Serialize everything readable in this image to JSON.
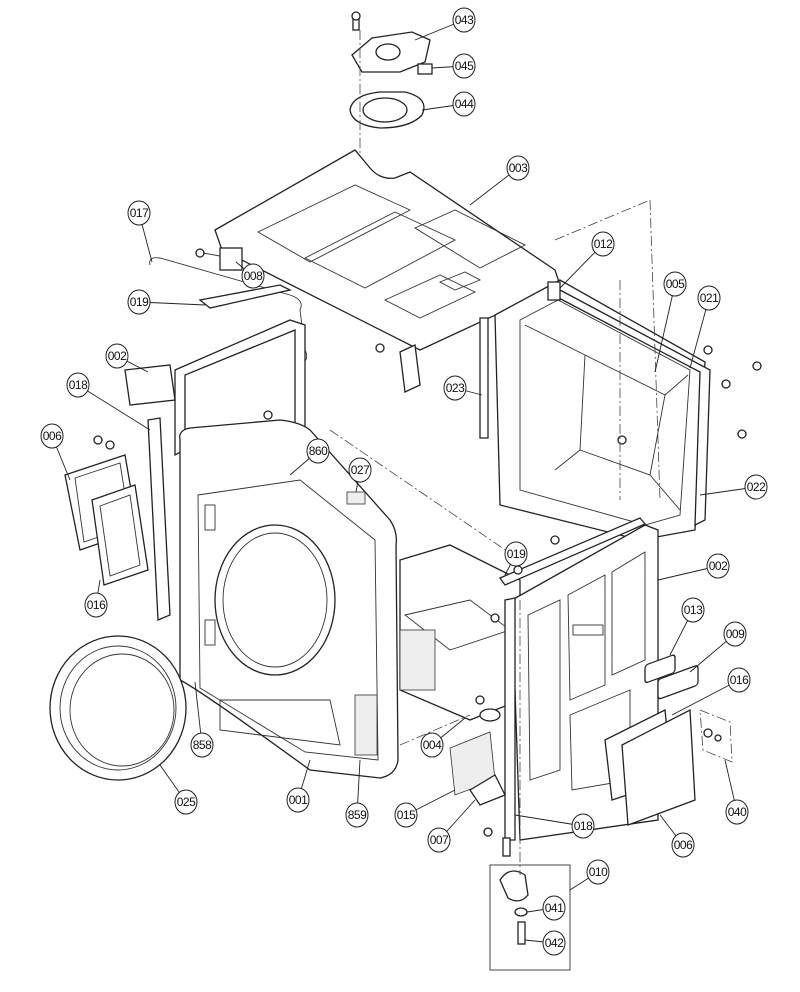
{
  "diagram": {
    "title": "Cabinet exploded parts view",
    "callouts": [
      {
        "label": "043"
      },
      {
        "label": "045"
      },
      {
        "label": "044"
      },
      {
        "label": "003"
      },
      {
        "label": "017"
      },
      {
        "label": "012"
      },
      {
        "label": "005"
      },
      {
        "label": "021"
      },
      {
        "label": "008"
      },
      {
        "label": "019"
      },
      {
        "label": "002"
      },
      {
        "label": "018"
      },
      {
        "label": "023"
      },
      {
        "label": "006"
      },
      {
        "label": "860"
      },
      {
        "label": "027"
      },
      {
        "label": "022"
      },
      {
        "label": "019"
      },
      {
        "label": "002"
      },
      {
        "label": "016"
      },
      {
        "label": "013"
      },
      {
        "label": "009"
      },
      {
        "label": "016"
      },
      {
        "label": "858"
      },
      {
        "label": "004"
      },
      {
        "label": "025"
      },
      {
        "label": "001"
      },
      {
        "label": "859"
      },
      {
        "label": "015"
      },
      {
        "label": "007"
      },
      {
        "label": "018"
      },
      {
        "label": "040"
      },
      {
        "label": "006"
      },
      {
        "label": "010"
      },
      {
        "label": "041"
      },
      {
        "label": "042"
      }
    ]
  }
}
